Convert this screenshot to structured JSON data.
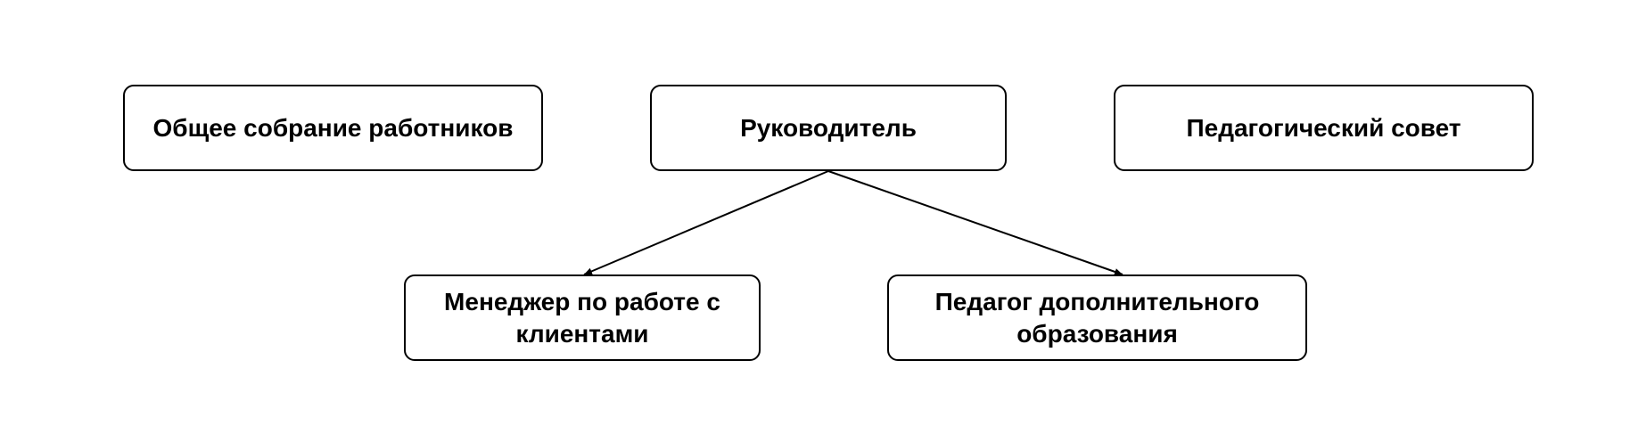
{
  "diagram": {
    "nodes": {
      "general_meeting": "Общее собрание работников",
      "director": "Руководитель",
      "ped_council": "Педагогический совет",
      "manager": "Менеджер по работе с клиентами",
      "teacher": "Педагог дополнительного образования"
    },
    "edges": [
      {
        "from": "director",
        "to": "manager"
      },
      {
        "from": "director",
        "to": "teacher"
      }
    ],
    "colors": {
      "stroke": "#000000",
      "fill": "#ffffff",
      "text": "#000000"
    }
  }
}
